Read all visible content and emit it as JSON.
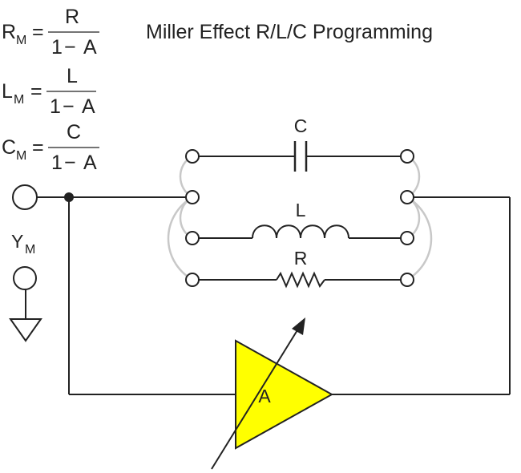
{
  "title": "Miller Effect R/L/C Programming",
  "equations": [
    {
      "var": "R",
      "sub": "M",
      "eq": "=",
      "num": "R",
      "den_one": "1",
      "den_minus": "−",
      "den_var": "A"
    },
    {
      "var": "L",
      "sub": "M",
      "eq": "=",
      "num": "L",
      "den_one": "1",
      "den_minus": "−",
      "den_var": "A"
    },
    {
      "var": "C",
      "sub": "M",
      "eq": "=",
      "num": "C",
      "den_one": "1",
      "den_minus": "−",
      "den_var": "A"
    }
  ],
  "components": {
    "capacitor_label": "C",
    "inductor_label": "L",
    "resistor_label": "R",
    "amplifier_label": "A"
  },
  "admittance": {
    "var": "Y",
    "sub": "M"
  },
  "colors": {
    "wire": "#222222",
    "jumper": "#c8c8c8",
    "amplifier_fill": "#ffff00"
  }
}
